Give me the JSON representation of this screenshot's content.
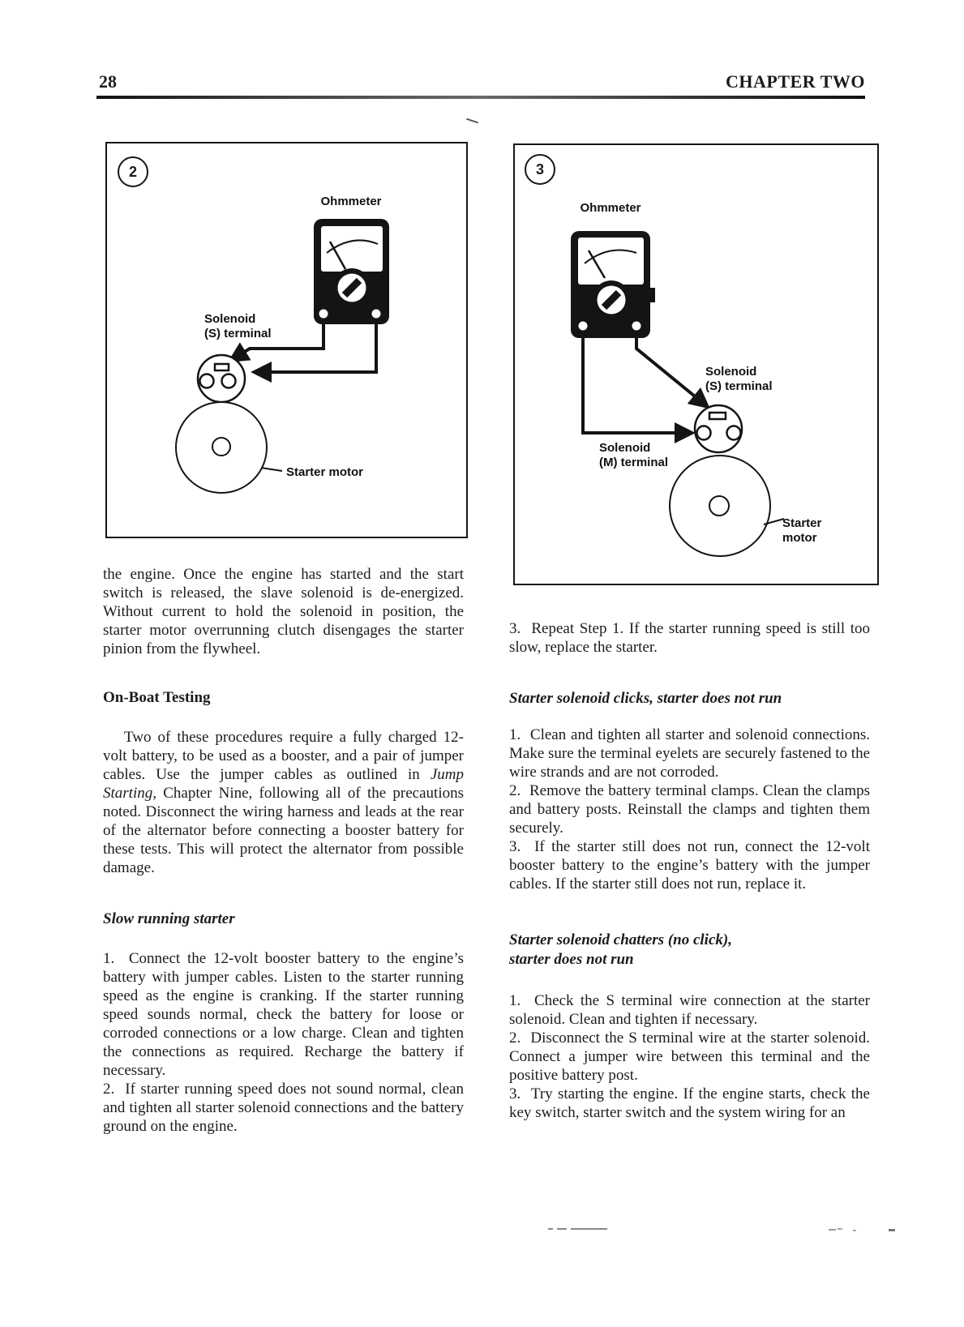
{
  "header": {
    "page_number": "28",
    "chapter_title": "CHAPTER TWO"
  },
  "figure2": {
    "number": "2",
    "ohmmeter_label": "Ohmmeter",
    "solenoid_s_label": "Solenoid\n(S) terminal",
    "starter_motor_label": "Starter motor"
  },
  "figure3": {
    "number": "3",
    "ohmmeter_label": "Ohmmeter",
    "solenoid_s_label": "Solenoid\n(S) terminal",
    "solenoid_m_label": "Solenoid\n(M) terminal",
    "starter_motor_label": "Starter\nmotor"
  },
  "left_column": {
    "intro_paragraph": "the engine. Once the engine has started and the start switch is released, the slave solenoid is de-energized. Without current to hold the solenoid in position, the starter motor overrunning clutch disengages the starter pinion from the flywheel.",
    "section_heading": "On-Boat Testing",
    "on_boat_pre": "Two of these procedures require a fully charged 12-volt battery, to be used as a booster, and a pair of jumper cables. Use the jumper cables as outlined in ",
    "on_boat_italic": "Jump Starting,",
    "on_boat_post": " Chapter Nine, following all of the precautions noted. Disconnect the wiring harness and leads at the rear of the alternator before connecting a booster battery for these tests. This will protect the alternator from possible damage.",
    "sub_heading": "Slow running starter",
    "steps": [
      "1.  Connect the 12-volt booster battery to the engine’s battery with jumper cables. Listen to the starter running speed as the engine is cranking. If the starter running speed sounds normal, check the battery for loose or corroded connections or a low charge. Clean and tighten the connections as required. Recharge the battery if necessary.",
      "2.  If starter running speed does not sound normal, clean and tighten all starter solenoid connections and the battery ground on the engine."
    ]
  },
  "right_column": {
    "step_3": "3.  Repeat Step 1. If the starter running speed is still too slow, replace the starter.",
    "heading_clicks": "Starter solenoid clicks, starter does not run",
    "clicks_steps": [
      "1.  Clean and tighten all starter and solenoid connections. Make sure the terminal eyelets are securely fastened to the wire strands and are not corroded.",
      "2.  Remove the battery terminal clamps. Clean the clamps and battery posts. Reinstall the clamps and tighten them securely.",
      "3.  If the starter still does not run, connect the 12-volt booster battery to the engine’s battery with the jumper cables. If the starter still does not run, replace it."
    ],
    "heading_chatters_line1": "Starter solenoid chatters (no click),",
    "heading_chatters_line2": "starter does not run",
    "chatters_steps": [
      "1.  Check the S terminal wire connection at the starter solenoid. Clean and tighten if necessary.",
      "2.  Disconnect the S terminal wire at the starter solenoid. Connect a jumper wire between this terminal and the positive battery post.",
      "3.  Try starting the engine. If the engine starts, check the key switch, starter switch and the system wiring for an"
    ]
  }
}
